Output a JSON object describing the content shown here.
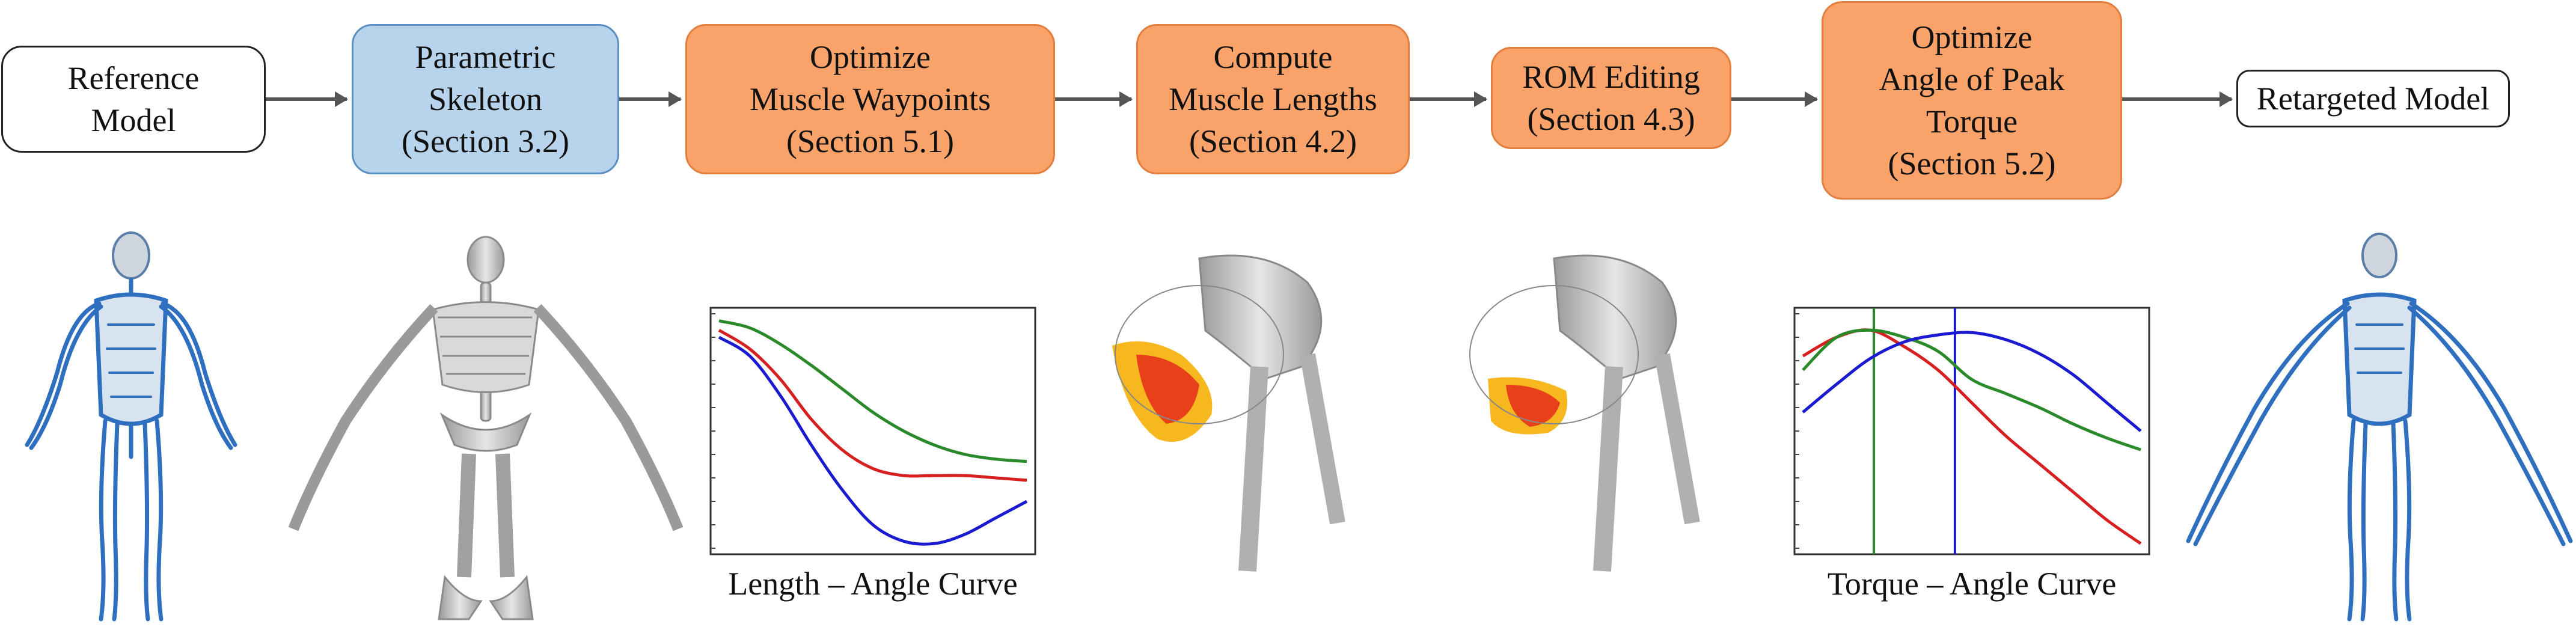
{
  "pipeline": {
    "steps": [
      {
        "label": "Reference\nModel",
        "style": "plain"
      },
      {
        "label": "Parametric\nSkeleton\n(Section 3.2)",
        "style": "blue"
      },
      {
        "label": "Optimize\nMuscle Waypoints\n(Section 5.1)",
        "style": "orange"
      },
      {
        "label": "Compute\nMuscle Lengths\n(Section 4.2)",
        "style": "orange"
      },
      {
        "label": "ROM Editing\n(Section 4.3)",
        "style": "orange"
      },
      {
        "label": "Optimize\nAngle of Peak\nTorque\n(Section 5.2)",
        "style": "orange"
      },
      {
        "label": "Retargeted Model",
        "style": "plain"
      }
    ]
  },
  "figures": {
    "length_caption": "Length – Angle Curve",
    "torque_caption": "Torque – Angle Curve"
  },
  "colors": {
    "box_blue": "#b7d4ec",
    "box_orange": "#f9a36a",
    "curve_red": "#d62020",
    "curve_green": "#2a8a2a",
    "curve_blue": "#1a1ad0",
    "muscle": "#2f6fbf",
    "bone": "#c8c8c8",
    "heatmap_hot": "#e8401a",
    "heatmap_warm": "#f6b81e"
  },
  "chart_data": [
    {
      "type": "line",
      "x": [
        0,
        1,
        2,
        3,
        4,
        5,
        6,
        7,
        8,
        9,
        10
      ],
      "series": [
        {
          "values": [
            0.97,
            0.94,
            0.87,
            0.78,
            0.68,
            0.58,
            0.5,
            0.44,
            0.4,
            0.38,
            0.37
          ]
        },
        {
          "values": [
            0.93,
            0.85,
            0.72,
            0.55,
            0.42,
            0.34,
            0.31,
            0.31,
            0.31,
            0.3,
            0.29
          ]
        },
        {
          "values": [
            0.9,
            0.82,
            0.65,
            0.44,
            0.25,
            0.1,
            0.03,
            0.02,
            0.06,
            0.13,
            0.2
          ]
        }
      ],
      "title": "",
      "xlabel": "Length – Angle Curve",
      "ylabel": "",
      "grid": false
    },
    {
      "type": "line",
      "x": [
        0,
        1,
        2,
        3,
        4,
        5,
        6,
        7,
        8,
        9,
        10
      ],
      "series": [
        {
          "values": [
            0.82,
            0.9,
            0.93,
            0.86,
            0.76,
            0.62,
            0.48,
            0.36,
            0.24,
            0.12,
            0.02
          ]
        },
        {
          "values": [
            0.76,
            0.9,
            0.93,
            0.9,
            0.84,
            0.72,
            0.66,
            0.6,
            0.53,
            0.47,
            0.42
          ]
        },
        {
          "values": [
            0.58,
            0.7,
            0.81,
            0.88,
            0.91,
            0.92,
            0.89,
            0.83,
            0.74,
            0.62,
            0.5
          ]
        }
      ],
      "vlines": [
        2.1,
        4.5
      ],
      "title": "",
      "xlabel": "Torque – Angle Curve",
      "ylabel": "",
      "grid": false
    }
  ]
}
